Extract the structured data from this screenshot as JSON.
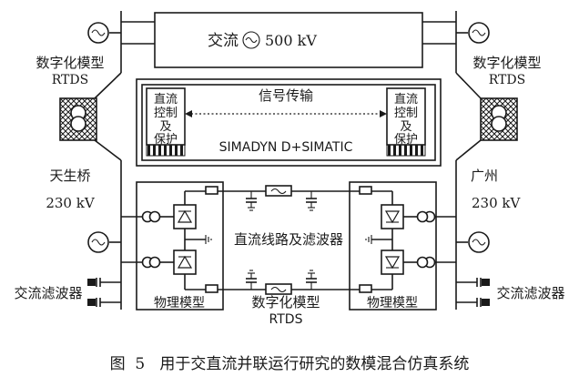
{
  "ac_system_label": "交流",
  "ac_system_voltage": "500 kV",
  "left_rtds_label_line1": "数字化模型",
  "left_rtds_label_line2": "RTDS",
  "right_rtds_label_line1": "数字化模型",
  "right_rtds_label_line2": "RTDS",
  "control_left_label": [
    "直流",
    "控制",
    "及",
    "保护"
  ],
  "control_right_label": [
    "直流",
    "控制",
    "及",
    "保护"
  ],
  "signal_transfer_label": "信号传输",
  "control_platform_label": "SIMADYN D+SIMATIC",
  "left_station_name": "天生桥",
  "left_station_voltage": "230 kV",
  "right_station_name": "广州",
  "right_station_voltage": "230 kV",
  "dc_line_label": "直流线路及滤波器",
  "left_filter_label": "交流滤波器",
  "right_filter_label": "交流滤波器",
  "left_physical_model_label": "物理模型",
  "right_physical_model_label": "物理模型",
  "dc_line_rtds_line1": "数字化模型",
  "dc_line_rtds_line2": "RTDS",
  "caption": "图  5   用于交直流并联运行研究的数模混合仿真系统"
}
